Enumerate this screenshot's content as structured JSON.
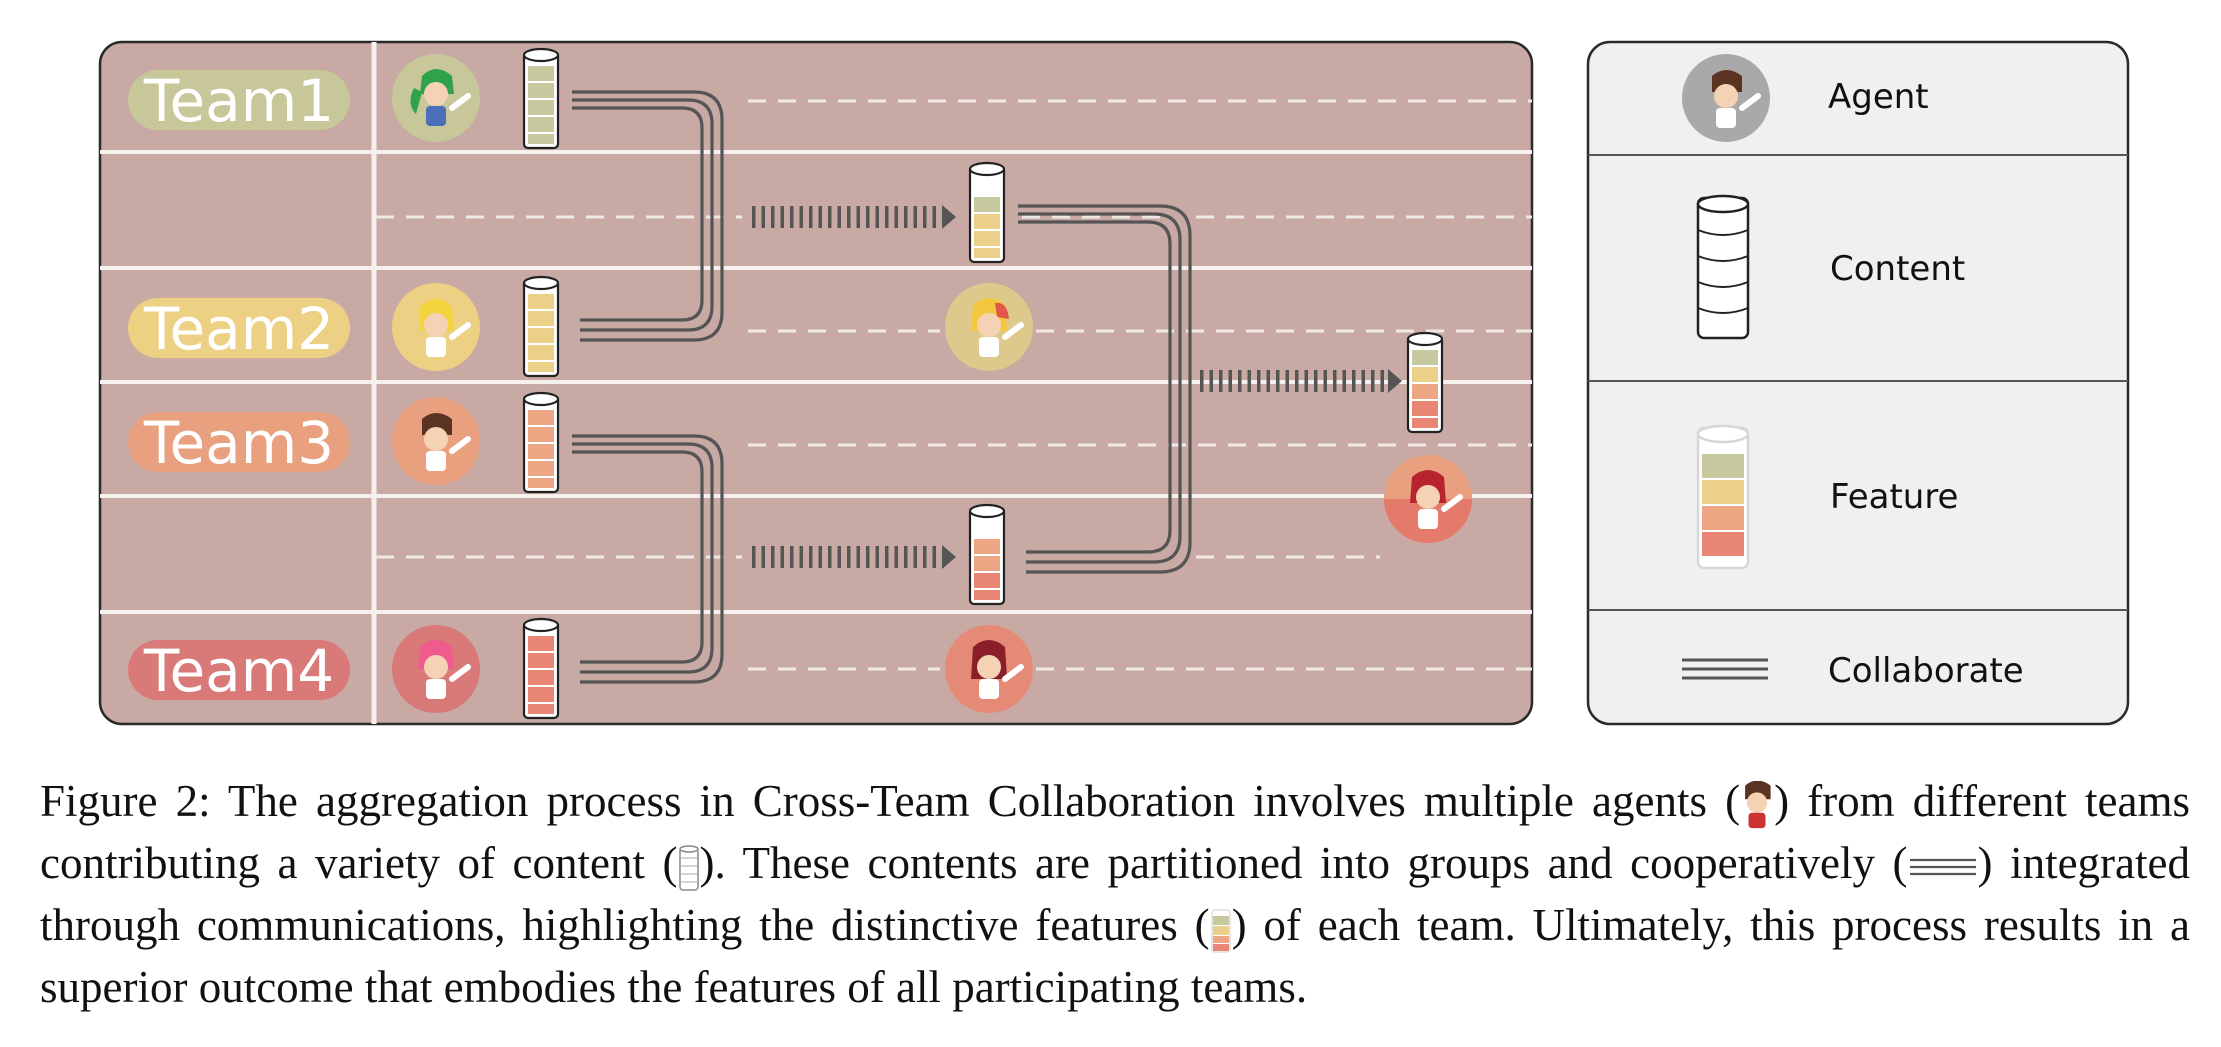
{
  "colors": {
    "board": "#c8a9a4",
    "board_border": "#2a2a2a",
    "lane_line": "#f4f1ee",
    "pipe": "#555555",
    "legend_bg": "#f0f0f0",
    "team1": "#c7c79a",
    "team2": "#ecd083",
    "team3": "#e8a07e",
    "team4": "#d97a78",
    "feature_green": "#c8c89e",
    "feature_yellow": "#ebd08a",
    "feature_orange": "#eda683",
    "feature_red": "#e98575"
  },
  "teams": [
    {
      "label": "Team1"
    },
    {
      "label": "Team2"
    },
    {
      "label": "Team3"
    },
    {
      "label": "Team4"
    }
  ],
  "legend": {
    "agent": "Agent",
    "content": "Content",
    "feature": "Feature",
    "collaborate": "Collaborate"
  },
  "icons": {
    "agent": "agent-avatar-icon",
    "content": "cylinder-icon",
    "feature": "feature-cylinder-icon",
    "collaborate": "triple-line-icon",
    "arrow": "dotted-arrow-icon"
  },
  "caption": {
    "p1": "Figure 2: The aggregation process in Cross-Team Collaboration involves multiple agents (",
    "p2": ") from different teams contributing a variety of content (",
    "p3": "). These contents are partitioned into groups and cooperatively (",
    "p4": ") integrated through communications, highlighting the distinctive features (",
    "p5": ") of each team. Ultimately, this process results in a superior outcome that embodies the features of all participating teams."
  }
}
